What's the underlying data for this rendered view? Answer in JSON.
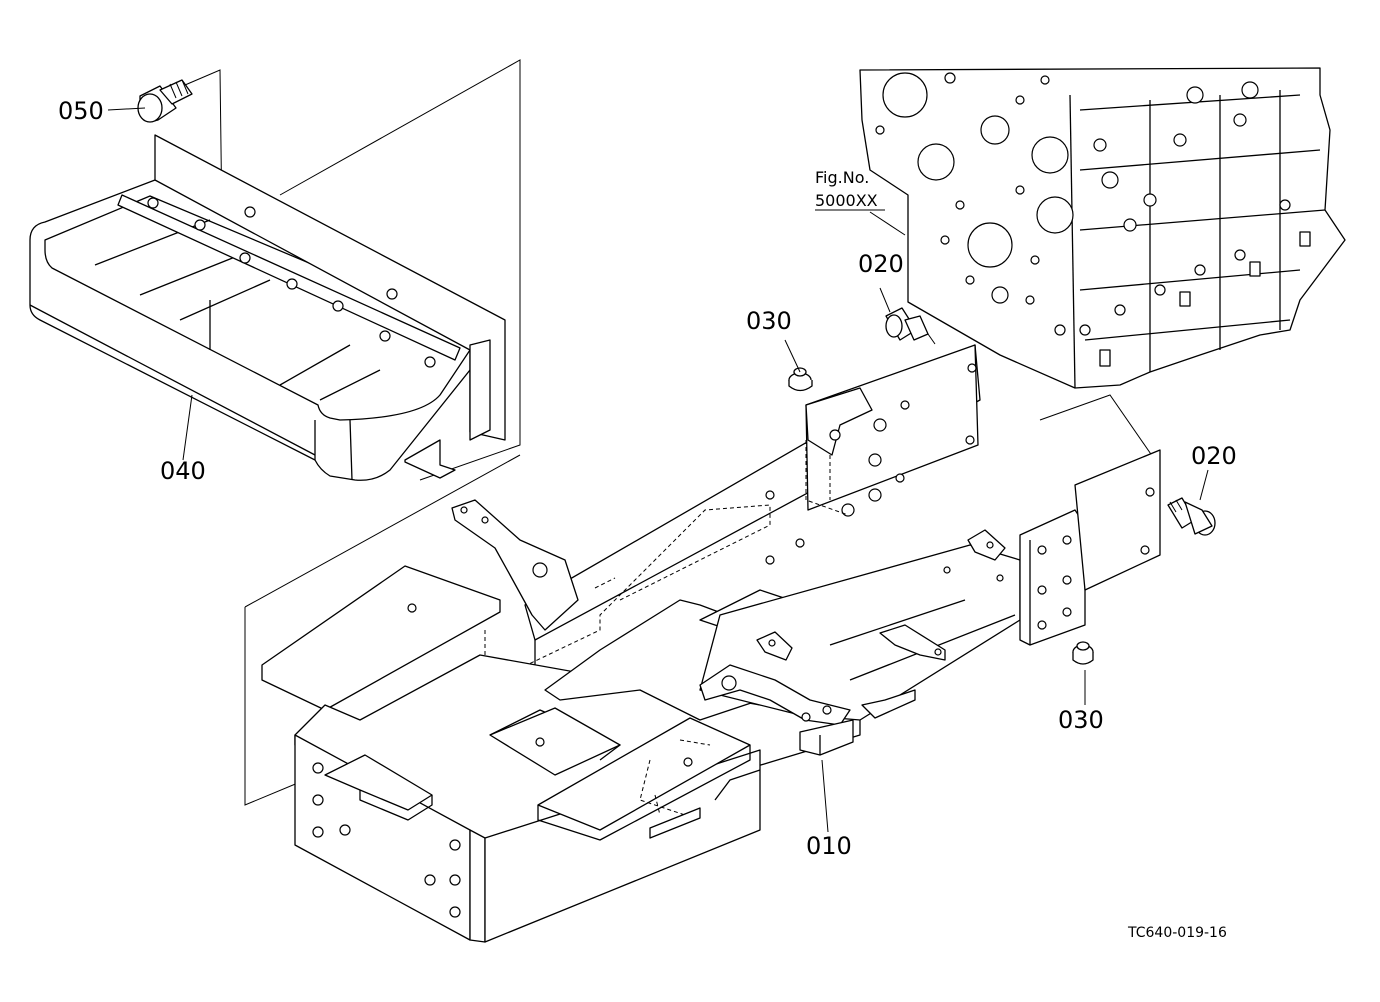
{
  "figure": {
    "reference_label": "Fig.No.",
    "reference_number": "5000XX",
    "drawing_code": "TC640-019-16"
  },
  "callouts": [
    {
      "id": "c050",
      "label": "050"
    },
    {
      "id": "c040",
      "label": "040"
    },
    {
      "id": "c030a",
      "label": "030"
    },
    {
      "id": "c020a",
      "label": "020"
    },
    {
      "id": "c020b",
      "label": "020"
    },
    {
      "id": "c030b",
      "label": "030"
    },
    {
      "id": "c010",
      "label": "010"
    }
  ]
}
